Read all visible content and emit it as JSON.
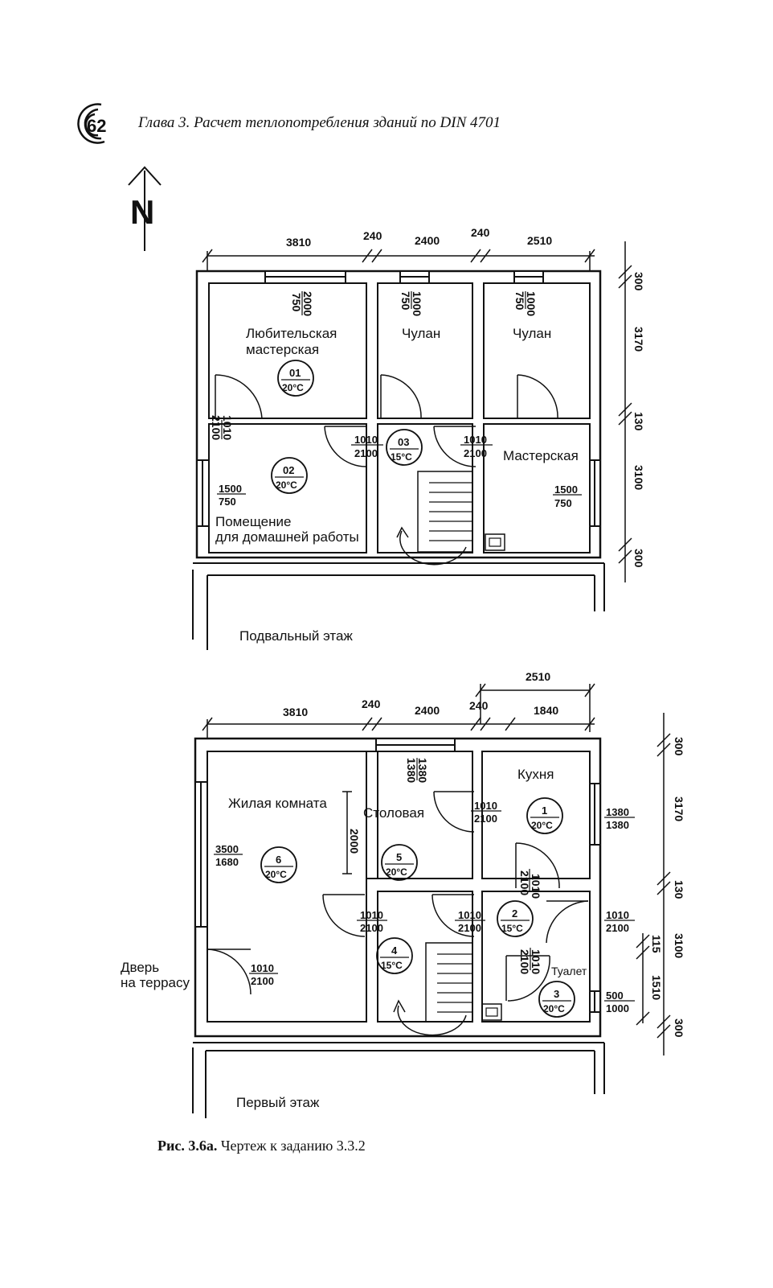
{
  "header": {
    "page_number": "62",
    "chapter_title": "Глава 3. Расчет теплопотребления зданий по DIN 4701",
    "north": "N"
  },
  "basement": {
    "dims_top": [
      "3810",
      "240",
      "2400",
      "240",
      "2510"
    ],
    "dims_right": [
      "300",
      "3170",
      "130",
      "3100",
      "300"
    ],
    "rooms": {
      "r01": {
        "name1": "Любительская",
        "name2": "мастерская",
        "id": "01",
        "temp": "20°C"
      },
      "r02": {
        "name1": "Помещение",
        "name2": "для домашней работы",
        "id": "02",
        "temp": "20°C"
      },
      "r03": {
        "id": "03",
        "temp": "15°C"
      },
      "closet1": {
        "name": "Чулан"
      },
      "closet2": {
        "name": "Чулан"
      },
      "workshop": {
        "name": "Мастерская"
      }
    },
    "openings": {
      "win_01": {
        "top": "2000",
        "bottom": "750"
      },
      "win_c1": {
        "top": "1000",
        "bottom": "750"
      },
      "win_c2": {
        "top": "1000",
        "bottom": "750"
      },
      "door_01": {
        "top": "1010",
        "bottom": "2100"
      },
      "door_03a": {
        "top": "1010",
        "bottom": "2100"
      },
      "door_03b": {
        "top": "1010",
        "bottom": "2100"
      },
      "win_02": {
        "top": "1500",
        "bottom": "750"
      },
      "win_ws": {
        "top": "1500",
        "bottom": "750"
      }
    },
    "floor_label": "Подвальный этаж"
  },
  "ground": {
    "dims_top": [
      "3810",
      "240",
      "2400",
      "240",
      "1840"
    ],
    "dim_kitchen_total": "2510",
    "dims_right": [
      "300",
      "3170",
      "130",
      "3100",
      "300"
    ],
    "dims_right_inner": [
      "115",
      "1510"
    ],
    "rooms": {
      "r1": {
        "name": "Кухня",
        "id": "1",
        "temp": "20°C"
      },
      "r2": {
        "id": "2",
        "temp": "15°C"
      },
      "r3": {
        "name": "Туалет",
        "id": "3",
        "temp": "20°C"
      },
      "r4": {
        "id": "4",
        "temp": "15°C"
      },
      "r5": {
        "name": "Столовая",
        "id": "5",
        "temp": "20°C"
      },
      "r6": {
        "name": "Жилая комната",
        "id": "6",
        "temp": "20°C"
      }
    },
    "openings": {
      "win_top": {
        "top": "1380",
        "bottom": "1380"
      },
      "win_kitchen": {
        "top": "1380",
        "bottom": "1380"
      },
      "opening_2000": "2000",
      "win_living": {
        "top": "3500",
        "bottom": "1680"
      },
      "door_kitchen": {
        "top": "1010",
        "bottom": "2100"
      },
      "door_kitchen_v": {
        "top": "1010",
        "bottom": "2100"
      },
      "door_hall_a": {
        "top": "1010",
        "bottom": "2100"
      },
      "door_hall_b": {
        "top": "1010",
        "bottom": "2100"
      },
      "door_ext": {
        "top": "1010",
        "bottom": "2100"
      },
      "door_wc": {
        "top": "1010",
        "bottom": "2100"
      },
      "door_terrace": {
        "top": "1010",
        "bottom": "2100"
      },
      "win_wc": {
        "top": "500",
        "bottom": "1000"
      }
    },
    "terrace_label1": "Дверь",
    "terrace_label2": "на террасу",
    "floor_label": "Первый этаж"
  },
  "caption": {
    "label": "Рис. 3.6а.",
    "text": "Чертеж к заданию 3.3.2"
  }
}
